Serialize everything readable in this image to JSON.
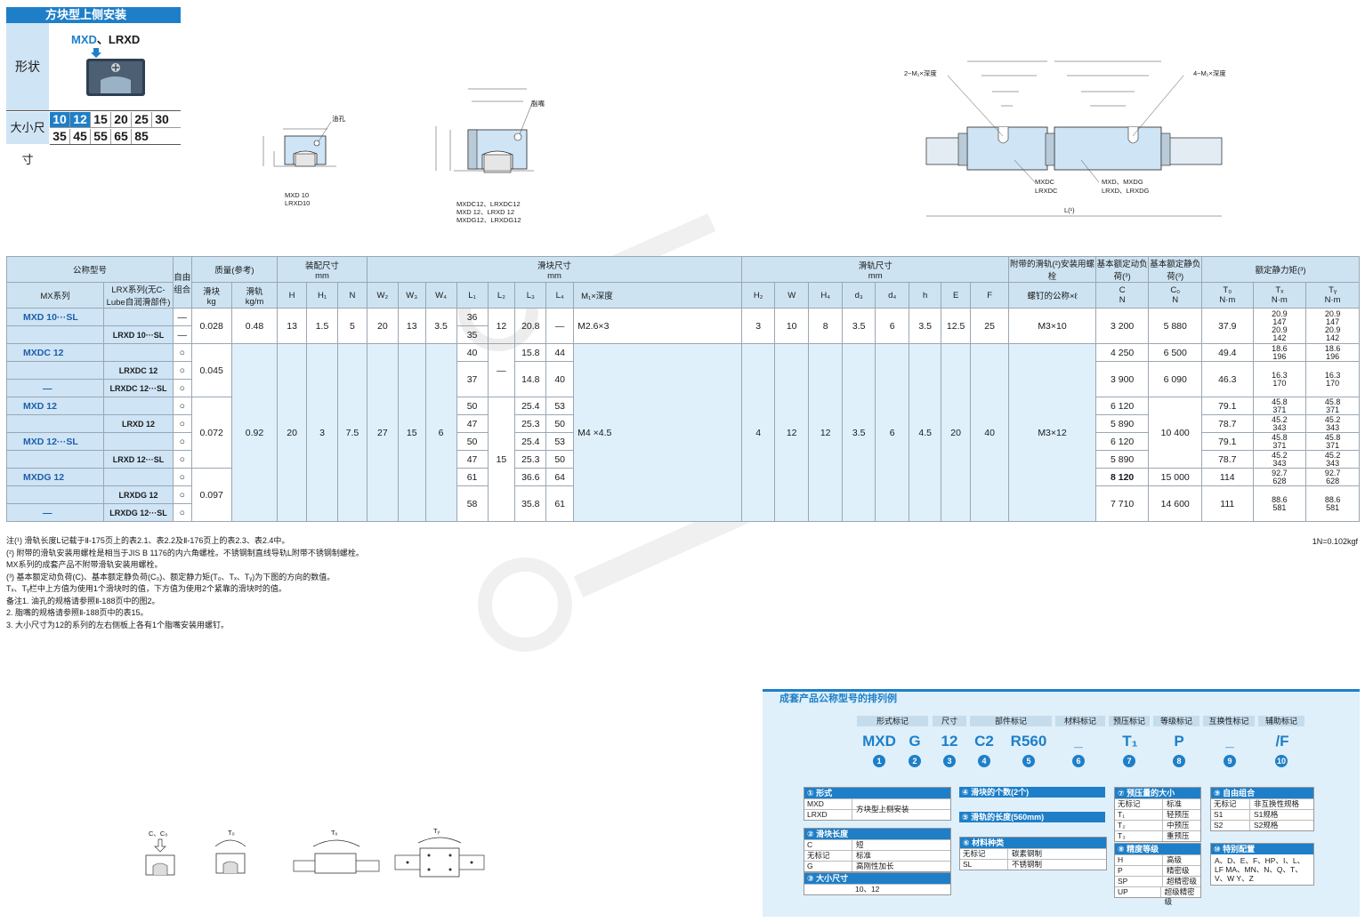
{
  "header": {
    "title": "方块型上侧安装",
    "shape_label": "形状",
    "models_a": "MXD",
    "models_sep": "、",
    "models_b": "LRXD",
    "size_label": "大小尺寸",
    "sizes_row1": [
      "10",
      "12",
      "15",
      "20",
      "25",
      "30"
    ],
    "sizes_row2": [
      "35",
      "45",
      "55",
      "65",
      "85"
    ]
  },
  "drawings": {
    "fig1_caption": [
      "MXD 10",
      "LRXD10"
    ],
    "fig2_caption": [
      "MXDC12、LRXDC12",
      "MXD  12、LRXD  12",
      "MXDG12、LRXDG12"
    ],
    "fig1_oil": "油孔",
    "fig2_grease": "脂嘴",
    "side_label_left": "2−M₁×深度",
    "side_label_right": "4−M₁×深度",
    "side_caption_1": [
      "MXDC",
      "LRXDC"
    ],
    "side_caption_2": [
      "MXD、MXDG",
      "LRXD、LRXDG"
    ],
    "side_L": "L(¹)"
  },
  "table": {
    "h_nominal": "公称型号",
    "h_free": "自由组合",
    "h_mass": "质量(参考)",
    "h_assembly": "装配尺寸",
    "h_slider": "滑块尺寸",
    "h_rail": "滑轨尺寸",
    "h_bolt": "附带的滑轨(²)安装用螺栓",
    "h_dyn": "基本额定动负荷(³)",
    "h_static": "基本额定静负荷(³)",
    "h_moment": "额定静力矩(³)",
    "mm": "mm",
    "h_mx": "MX系列",
    "h_lrx": "LRX系列(无C-Lube自润滑部件)",
    "h_mass_slider": "滑块",
    "h_mass_rail": "滑轨",
    "kg": "kg",
    "kgm": "kg/m",
    "cols": [
      "H",
      "H₁",
      "N",
      "W₂",
      "W₃",
      "W₄",
      "L₁",
      "L₂",
      "L₃",
      "L₄",
      "M₁×深度",
      "H₂",
      "W",
      "H₄",
      "d₃",
      "d₄",
      "h",
      "E",
      "F"
    ],
    "bolt_sub": "螺钉的公称×ℓ",
    "C": "C",
    "C0": "C₀",
    "T0": "T₀",
    "TX": "Tₓ",
    "TY": "Tᵧ",
    "N": "N",
    "Nm": "N·m",
    "rows": {
      "r1": {
        "mx": "MXD   10···SL",
        "lrx": "LRXD   10···SL",
        "free1": "—",
        "free2": "—",
        "mass": "0.028",
        "rail": "0.48",
        "H": "13",
        "H1": "1.5",
        "N": "5",
        "W2": "20",
        "W3": "13",
        "W4": "3.5",
        "L1a": "36",
        "L1b": "35",
        "L2": "12",
        "L3": "20.8",
        "L4": "—",
        "M1": "M2.6×3",
        "H2": "3",
        "W": "10",
        "H4": "8",
        "d3": "3.5",
        "d4": "6",
        "h": "3.5",
        "E": "12.5",
        "F": "25",
        "bolt": "M3×10",
        "C": "3 200",
        "C0": "5 880",
        "T0": "37.9",
        "TXa": "20.9",
        "TXb": "147",
        "TXc": "20.9",
        "TXd": "142",
        "TYa": "20.9",
        "TYb": "147",
        "TYc": "20.9",
        "TYd": "142"
      },
      "g12": {
        "mass2": "0.92",
        "H": "20",
        "H1": "3",
        "N": "7.5",
        "W2": "27",
        "W3": "15",
        "W4": "6",
        "L2": "15",
        "M1": "M4   ×4.5",
        "H2": "4",
        "W": "12",
        "H4": "12",
        "d3": "3.5",
        "d4": "6",
        "h": "4.5",
        "E": "20",
        "F": "40",
        "bolt": "M3×12",
        "C0mid": "10 400"
      },
      "mxdc": {
        "mx": "MXDC 12",
        "lrx1": "LRXDC 12",
        "lrx2": "LRXDC 12···SL",
        "dash": "—",
        "mass": "0.045",
        "L1a": "40",
        "L1b": "37",
        "L2": "—",
        "L3a": "15.8",
        "L3b": "14.8",
        "L4a": "44",
        "L4b": "40",
        "Ca": "4 250",
        "Cb": "3 900",
        "C0a": "6 500",
        "C0b": "6 090",
        "T0a": "49.4",
        "T0b": "46.3",
        "Ma": [
          "18.6",
          "196"
        ],
        "Mb": [
          "16.3",
          "170"
        ]
      },
      "mxd12": {
        "mx": "MXD    12",
        "lrx": "LRXD    12",
        "mass": "0.072",
        "L1a": "50",
        "L1b": "47",
        "L3a": "25.4",
        "L3b": "25.3",
        "L4a": "53",
        "L4b": "50",
        "Ca": "6 120",
        "Cb": "5 890",
        "T0a": "79.1",
        "T0b": "78.7",
        "Ma": [
          "45.8",
          "371"
        ],
        "Mb": [
          "45.2",
          "343"
        ]
      },
      "mxd12sl": {
        "mx": "MXD    12···SL",
        "lrx": "LRXD    12···SL",
        "L1a": "50",
        "L1b": "47",
        "L3a": "25.4",
        "L3b": "25.3",
        "L4a": "53",
        "L4b": "50",
        "Ca": "6 120",
        "Cb": "5 890",
        "T0a": "79.1",
        "T0b": "78.7",
        "Ma": [
          "45.8",
          "371"
        ],
        "Mb": [
          "45.2",
          "343"
        ]
      },
      "mxdg": {
        "mx": "MXDG 12",
        "lrx1": "LRXDG 12",
        "lrx2": "LRXDG 12···SL",
        "dash": "—",
        "mass": "0.097",
        "L1a": "61",
        "L1b": "58",
        "L3a": "36.6",
        "L3b": "35.8",
        "L4a": "64",
        "L4b": "61",
        "Ca": "8 120",
        "Cb": "7 710",
        "C0a": "15 000",
        "C0b": "14 600",
        "T0a": "114",
        "T0b": "111",
        "Ma": [
          "92.7",
          "628"
        ],
        "Mb": [
          "88.6",
          "581"
        ]
      },
      "circle": "○"
    }
  },
  "notes": [
    "注(¹)  滑轨长度L记载于Ⅱ-175页上的表2.1、表2.2及Ⅱ-176页上的表2.3、表2.4中。",
    "  (²)  附带的滑轨安装用螺栓是相当于JIS B 1176的内六角螺栓。不锈钢制直线导轨L附带不锈钢制螺栓。",
    "        MX系列的成套产品不附带滑轨安装用螺栓。",
    "  (³)  基本额定动负荷(C)、基本额定静负荷(C₀)、额定静力矩(T₀、Tₓ、Tᵧ)为下图的方向的数值。",
    "        Tₓ、Tᵧ栏中上方值为使用1个滑块时的值，下方值为使用2个紧靠的滑块时的值。",
    "备注1. 油孔的规格请参照Ⅱ-188页中的图2。",
    "    2. 脂嘴的规格请参照Ⅱ-188页中的表15。",
    "    3. 大小尺寸为12的系列的左右侧板上各有1个脂嘴安装用螺钉。"
  ],
  "unit_note": "1N=0.102kgf",
  "load_icons": [
    "C、C₀",
    "T₀",
    "Tₓ",
    "Tᵧ"
  ],
  "panel": {
    "title": "成套产品公称型号的排列例",
    "heads": [
      "形式标记",
      "尺寸",
      "部件标记",
      "材料标记",
      "预压标记",
      "等级标记",
      "互换性标记",
      "辅助标记"
    ],
    "codes": [
      "MXD",
      "G",
      "12",
      "C2",
      "R560",
      "_",
      "T₁",
      "P",
      "_",
      "/F"
    ],
    "nums": [
      "1",
      "2",
      "3",
      "4",
      "5",
      "6",
      "7",
      "8",
      "9",
      "10"
    ],
    "legend": {
      "b1": {
        "title": "① 形式",
        "rows": [
          [
            "MXD",
            "方块型上侧安装"
          ],
          [
            "LRXD",
            ""
          ]
        ]
      },
      "b2": {
        "title": "② 滑块长度",
        "rows": [
          [
            "C",
            "短"
          ],
          [
            "无标记",
            "标准"
          ],
          [
            "G",
            "高刚性加长"
          ]
        ]
      },
      "b3": {
        "title": "③ 大小尺寸",
        "rows": [
          [
            "",
            "10、12"
          ]
        ]
      },
      "b4": {
        "title": "④ 滑块的个数(2个)"
      },
      "b5": {
        "title": "⑤ 滑轨的长度(560mm)"
      },
      "b6": {
        "title": "⑥ 材料种类",
        "rows": [
          [
            "无标记",
            "碳素钢制"
          ],
          [
            "SL",
            "不锈钢制"
          ]
        ]
      },
      "b7": {
        "title": "⑦ 预压量的大小",
        "rows": [
          [
            "无标记",
            "标准"
          ],
          [
            "T₁",
            "轻预压"
          ],
          [
            "T₂",
            "中预压"
          ],
          [
            "T₃",
            "重预压"
          ]
        ]
      },
      "b8": {
        "title": "⑧ 精度等级",
        "rows": [
          [
            "H",
            "高级"
          ],
          [
            "P",
            "精密级"
          ],
          [
            "SP",
            "超精密级"
          ],
          [
            "UP",
            "超级精密级"
          ]
        ]
      },
      "b9": {
        "title": "⑨ 自由组合",
        "rows": [
          [
            "无标记",
            "非互换性规格"
          ],
          [
            "S1",
            "S1规格"
          ],
          [
            "S2",
            "S2规格"
          ]
        ]
      },
      "b10": {
        "title": "⑩ 特别配置",
        "text": "A、D、E、F、HP、I、L、LF MA、MN、N、Q、T、V、W Y、Z"
      }
    }
  }
}
